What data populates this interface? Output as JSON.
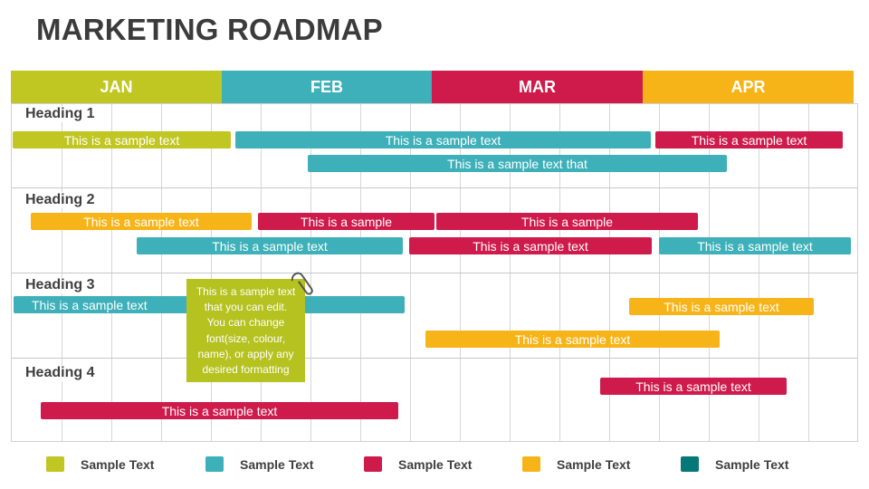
{
  "title": "MARKETING ROADMAP",
  "colors": {
    "lime": "#c0c622",
    "teal": "#3db0b9",
    "crimson": "#cf1b4b",
    "amber": "#f7b419",
    "dark_teal": "#077777"
  },
  "months": [
    {
      "label": "JAN",
      "color": "#c0c622"
    },
    {
      "label": "FEB",
      "color": "#3db0b9"
    },
    {
      "label": "MAR",
      "color": "#cf1b4b"
    },
    {
      "label": "APR",
      "color": "#f7b419"
    }
  ],
  "headings": [
    "Heading 1",
    "Heading 2",
    "Heading 3",
    "Heading 4"
  ],
  "bars": [
    {
      "text": "This is a sample text",
      "color": "#c0c622"
    },
    {
      "text": "This is a sample text",
      "color": "#3db0b9"
    },
    {
      "text": "This is a sample text",
      "color": "#cf1b4b"
    },
    {
      "text": "This is a sample text that",
      "color": "#3db0b9"
    },
    {
      "text": "This is a sample text",
      "color": "#f7b419"
    },
    {
      "text": "This is a sample",
      "color": "#cf1b4b"
    },
    {
      "text": "This is a sample",
      "color": "#cf1b4b"
    },
    {
      "text": "This is a sample text",
      "color": "#3db0b9"
    },
    {
      "text": "This is a sample text",
      "color": "#cf1b4b"
    },
    {
      "text": "This is a sample text",
      "color": "#3db0b9"
    },
    {
      "text": "This is a sample text",
      "color": "#3db0b9"
    },
    {
      "text": "This is a sample text",
      "color": "#f7b419"
    },
    {
      "text": "This is a sample text",
      "color": "#f7b419"
    },
    {
      "text": "This is a sample text",
      "color": "#cf1b4b"
    },
    {
      "text": "This is a sample text",
      "color": "#cf1b4b"
    }
  ],
  "note": {
    "text": "This is a sample text\nthat you can edit.\nYou can change\nfont(size, colour,\nname), or apply any\ndesired formatting",
    "icon": "paperclip-icon"
  },
  "legend": [
    {
      "label": "Sample Text",
      "color": "#c0c622"
    },
    {
      "label": "Sample Text",
      "color": "#3db0b9"
    },
    {
      "label": "Sample Text",
      "color": "#cf1b4b"
    },
    {
      "label": "Sample Text",
      "color": "#f7b419"
    },
    {
      "label": "Sample Text",
      "color": "#077777"
    }
  ]
}
